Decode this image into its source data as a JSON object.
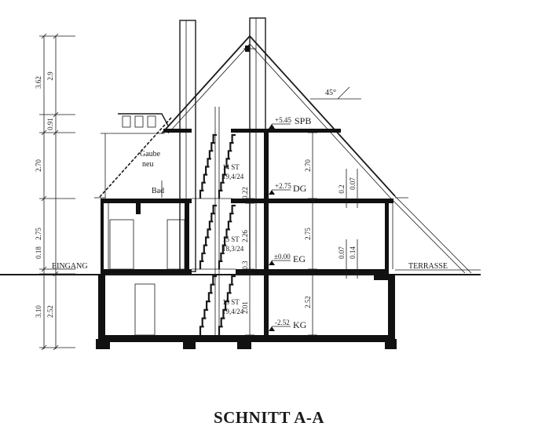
{
  "title": "SCHNITT A-A",
  "roof_angle": "45°",
  "levels": {
    "spb": {
      "label": "SPB",
      "elevation": "+5.45"
    },
    "dg": {
      "label": "DG",
      "elevation": "+2.75"
    },
    "eg": {
      "label": "EG",
      "elevation": "±0.00"
    },
    "kg": {
      "label": "KG",
      "elevation": "-2.52"
    }
  },
  "labels": {
    "eingang": "EINGANG",
    "terrasse": "TERRASSE",
    "gaube_1": "Gaube",
    "gaube_2": "neu",
    "bad": "Bad"
  },
  "stairs": {
    "upper": {
      "count": "14 ST",
      "ratio": "19,4/24"
    },
    "middle": {
      "count": "15 ST",
      "ratio": "18,3/24"
    },
    "lower": {
      "count": "13 ST",
      "ratio": "19,4/24"
    }
  },
  "left_dims": {
    "outer": [
      "3.62",
      "2.70",
      "2.75",
      "0.18",
      "3.10"
    ],
    "inner": [
      "2.9",
      "0.91",
      "2.52"
    ]
  },
  "inner_dims": [
    "2.70",
    "0.22",
    "2.26",
    "0.3",
    "2.01",
    "2.75",
    "2.52",
    "0.2",
    "0.07",
    "0.07",
    "0.14"
  ]
}
